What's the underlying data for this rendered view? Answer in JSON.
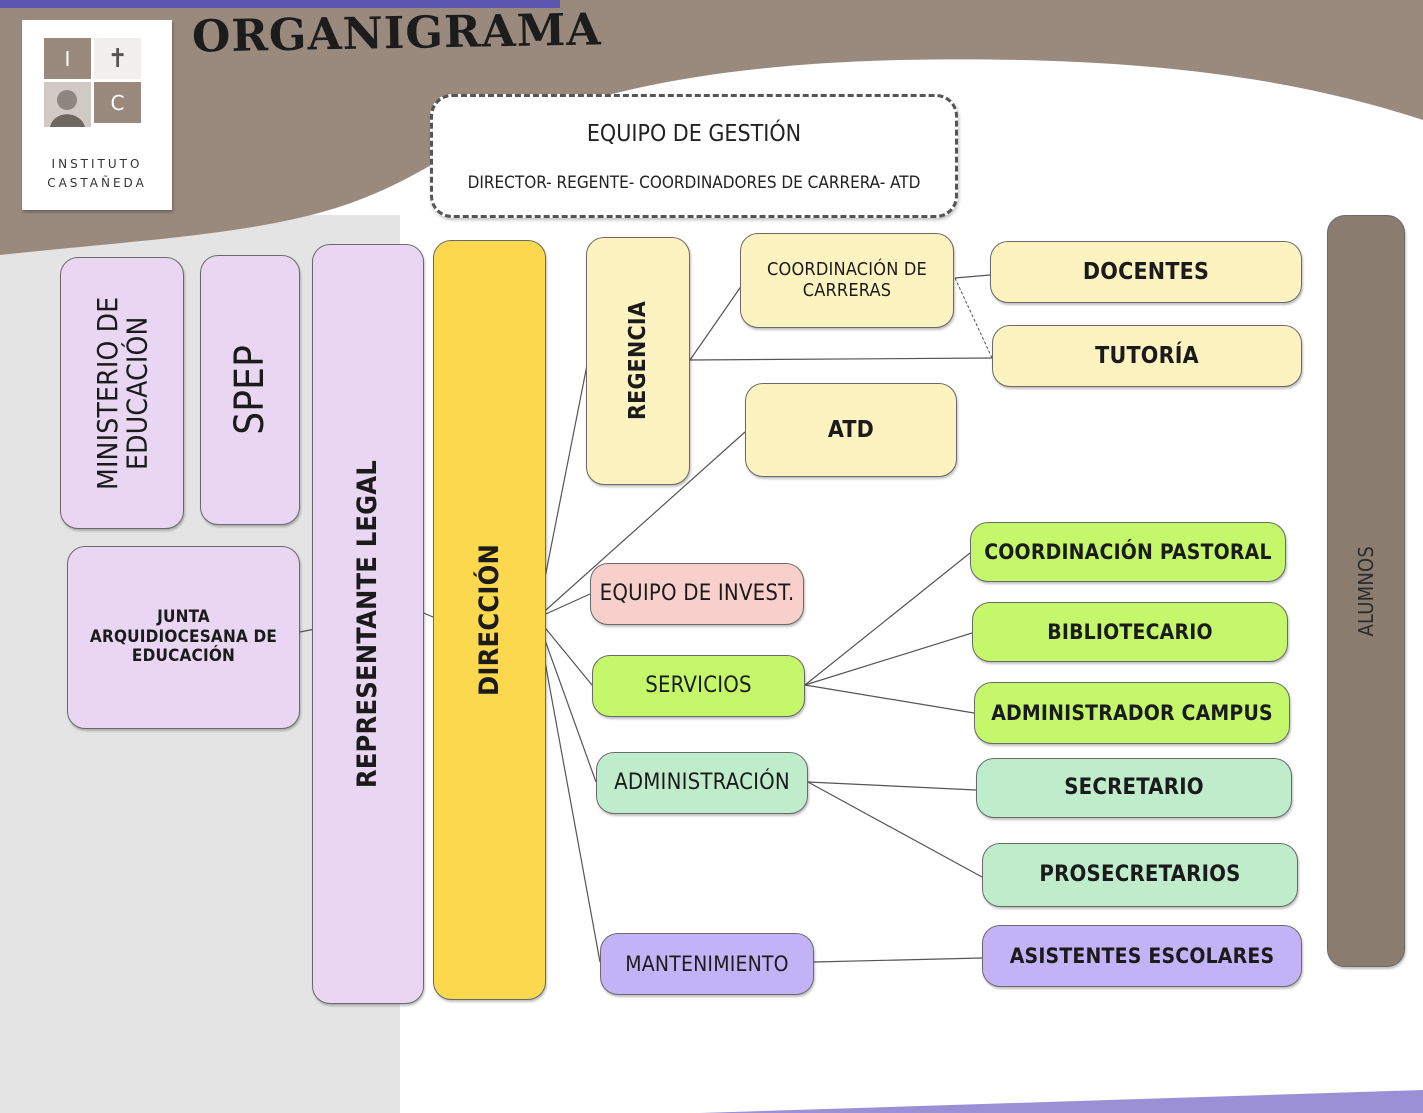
{
  "title": "ORGANIGRAMA",
  "logo": {
    "letter_top": "I",
    "letter_bottom": "C",
    "line1": "INSTITUTO",
    "line2": "CASTAÑEDA",
    "icon": "cross-icon"
  },
  "colors": {
    "header_brown": "#9a8a7e",
    "left_panel_gray": "#e4e4e4",
    "purple": "#e9d6f2",
    "yellow": "#fdf3c0",
    "gold": "#fbd84e",
    "green": "#c4f76a",
    "mint": "#bfedcc",
    "violet": "#c2b3f7",
    "pink": "#f8cfcb",
    "alumnos": "#8b7c70"
  },
  "equipo_gestion": {
    "title": "EQUIPO DE GESTIÓN",
    "members": "DIRECTOR- REGENTE- COORDINADORES DE CARRERA- ATD"
  },
  "nodes": {
    "ministerio": "MINISTERIO DE EDUCACIÓN",
    "spep": "SPEP",
    "junta": "JUNTA ARQUIDIOCESANA DE EDUCACIÓN",
    "representante": "REPRESENTANTE LEGAL",
    "direccion": "DIRECCIÓN",
    "regencia": "REGENCIA",
    "coordinacion_carreras": "COORDINACIÓN DE CARRERAS",
    "docentes": "DOCENTES",
    "tutoria": "TUTORÍA",
    "atd": "ATD",
    "equipo_invest": "EQUIPO DE INVEST.",
    "servicios": "SERVICIOS",
    "coord_pastoral": "COORDINACIÓN PASTORAL",
    "bibliotecario": "BIBLIOTECARIO",
    "admin_campus": "ADMINISTRADOR CAMPUS",
    "administracion": "ADMINISTRACIÓN",
    "secretario": "SECRETARIO",
    "prosecretarios": "PROSECRETARIOS",
    "mantenimiento": "MANTENIMIENTO",
    "asistentes": "ASISTENTES ESCOLARES",
    "alumnos": "ALUMNOS"
  }
}
